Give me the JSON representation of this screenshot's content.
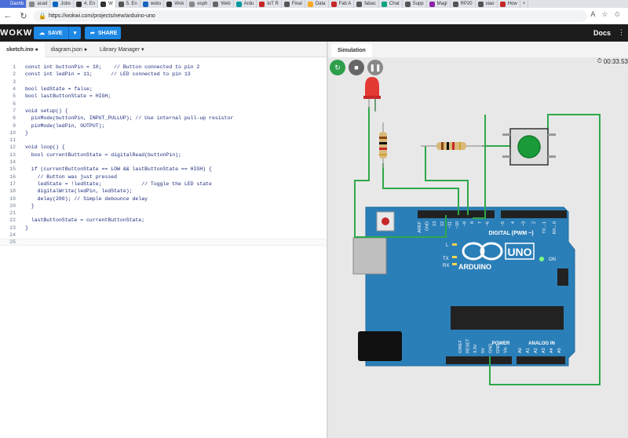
{
  "browser": {
    "tabs": [
      {
        "label": "Dashb",
        "color": "#4a6fd8"
      },
      {
        "label": "acad",
        "color": "#888"
      },
      {
        "label": "Jobs",
        "color": "#0a66c2"
      },
      {
        "label": "4. En",
        "color": "#333"
      },
      {
        "label": "W",
        "color": "#333"
      },
      {
        "label": "5. En",
        "color": "#555"
      },
      {
        "label": "woks",
        "color": "#1565c0"
      },
      {
        "label": "Wok",
        "color": "#333"
      },
      {
        "label": "esph",
        "color": "#888"
      },
      {
        "label": "Web",
        "color": "#666"
      },
      {
        "label": "Ardu",
        "color": "#00979d"
      },
      {
        "label": "IoT R",
        "color": "#c62828"
      },
      {
        "label": "Final",
        "color": "#555"
      },
      {
        "label": "Data",
        "color": "#f9a825"
      },
      {
        "label": "Fab A",
        "color": "#c62828"
      },
      {
        "label": "fabac",
        "color": "#555"
      },
      {
        "label": "Chat",
        "color": "#10a37f"
      },
      {
        "label": "Supp",
        "color": "#555"
      },
      {
        "label": "Magi",
        "color": "#8e24aa"
      },
      {
        "label": "RP20",
        "color": "#555"
      },
      {
        "label": "xiao",
        "color": "#555"
      },
      {
        "label": "How",
        "color": "#c62828"
      }
    ],
    "url": "https://wokwi.com/projects/new/arduino-uno",
    "new_tab": "+"
  },
  "app": {
    "logo": "WOKWI",
    "save_label": "SAVE",
    "share_label": "SHARE",
    "docs_label": "Docs"
  },
  "editor": {
    "tabs": [
      "sketch.ino ●",
      "diagram.json ●",
      "Library Manager ▾"
    ],
    "lines": [
      {
        "n": "1",
        "t": "const int buttonPin = 10;    // Button connected to pin 2"
      },
      {
        "n": "2",
        "t": "const int ledPin = 11;      // LED connected to pin 13"
      },
      {
        "n": "3",
        "t": ""
      },
      {
        "n": "4",
        "t": "bool ledState = false;"
      },
      {
        "n": "5",
        "t": "bool lastButtonState = HIGH;"
      },
      {
        "n": "6",
        "t": ""
      },
      {
        "n": "7",
        "t": "void setup() {"
      },
      {
        "n": "8",
        "t": "  pinMode(buttonPin, INPUT_PULLUP); // Use internal pull-up resistor"
      },
      {
        "n": "9",
        "t": "  pinMode(ledPin, OUTPUT);"
      },
      {
        "n": "10",
        "t": "}"
      },
      {
        "n": "11",
        "t": ""
      },
      {
        "n": "12",
        "t": "void loop() {"
      },
      {
        "n": "13",
        "t": "  bool currentButtonState = digitalRead(buttonPin);"
      },
      {
        "n": "14",
        "t": ""
      },
      {
        "n": "15",
        "t": "  if (currentButtonState == LOW && lastButtonState == HIGH) {"
      },
      {
        "n": "16",
        "t": "    // Button was just pressed"
      },
      {
        "n": "17",
        "t": "    ledState = !ledState;             // Toggle the LED state"
      },
      {
        "n": "18",
        "t": "    digitalWrite(ledPin, ledState);"
      },
      {
        "n": "19",
        "t": "    delay(200); // Simple debounce delay"
      },
      {
        "n": "20",
        "t": "  }"
      },
      {
        "n": "21",
        "t": ""
      },
      {
        "n": "22",
        "t": "  lastButtonState = currentButtonState;"
      },
      {
        "n": "23",
        "t": "}"
      },
      {
        "n": "24",
        "t": ""
      },
      {
        "n": "25",
        "t": ""
      }
    ]
  },
  "simulation": {
    "tab_label": "Simulation",
    "timer": "00:33.53",
    "board": {
      "uno": "UNO",
      "on": "ON",
      "arduino": "ARDUINO",
      "digital": "DIGITAL (PWM ~)",
      "power": "POWER",
      "analog": "ANALOG IN",
      "l": "L",
      "tx": "TX",
      "rx": "RX",
      "top_pins": [
        "AREF",
        "GND",
        "13",
        "12",
        "~11",
        "~10",
        "~9",
        "8",
        "7",
        "~6",
        "~5",
        "4",
        "~3",
        "2",
        "TX→1",
        "RX←0"
      ],
      "power_pins": [
        "IOREF",
        "RESET",
        "3.3V",
        "5V",
        "GND",
        "GND",
        "Vin"
      ],
      "analog_pins": [
        "A0",
        "A1",
        "A2",
        "A3",
        "A4",
        "A5"
      ]
    },
    "colors": {
      "board": "#2b7fb8",
      "wire": "#2ea84a",
      "led": "#e53935",
      "button": "#1a9b3a"
    }
  }
}
